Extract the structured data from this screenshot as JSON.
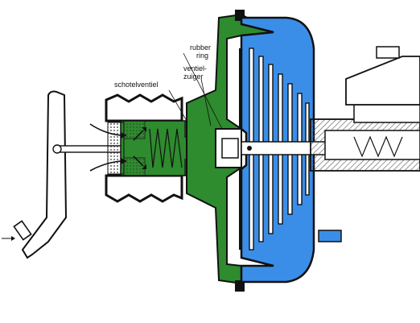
{
  "labels": {
    "rubber_ring_line1": "rubber",
    "rubber_ring_line2": "ring",
    "ventielzuiger_line1": "ventiel-",
    "ventielzuiger_line2": "zuiger",
    "schotelventiel": "schotelventiel"
  },
  "colors": {
    "green": "#2e8b2e",
    "blue": "#3a8ee8",
    "outline": "#111111",
    "metal_hatch": "#777777"
  }
}
